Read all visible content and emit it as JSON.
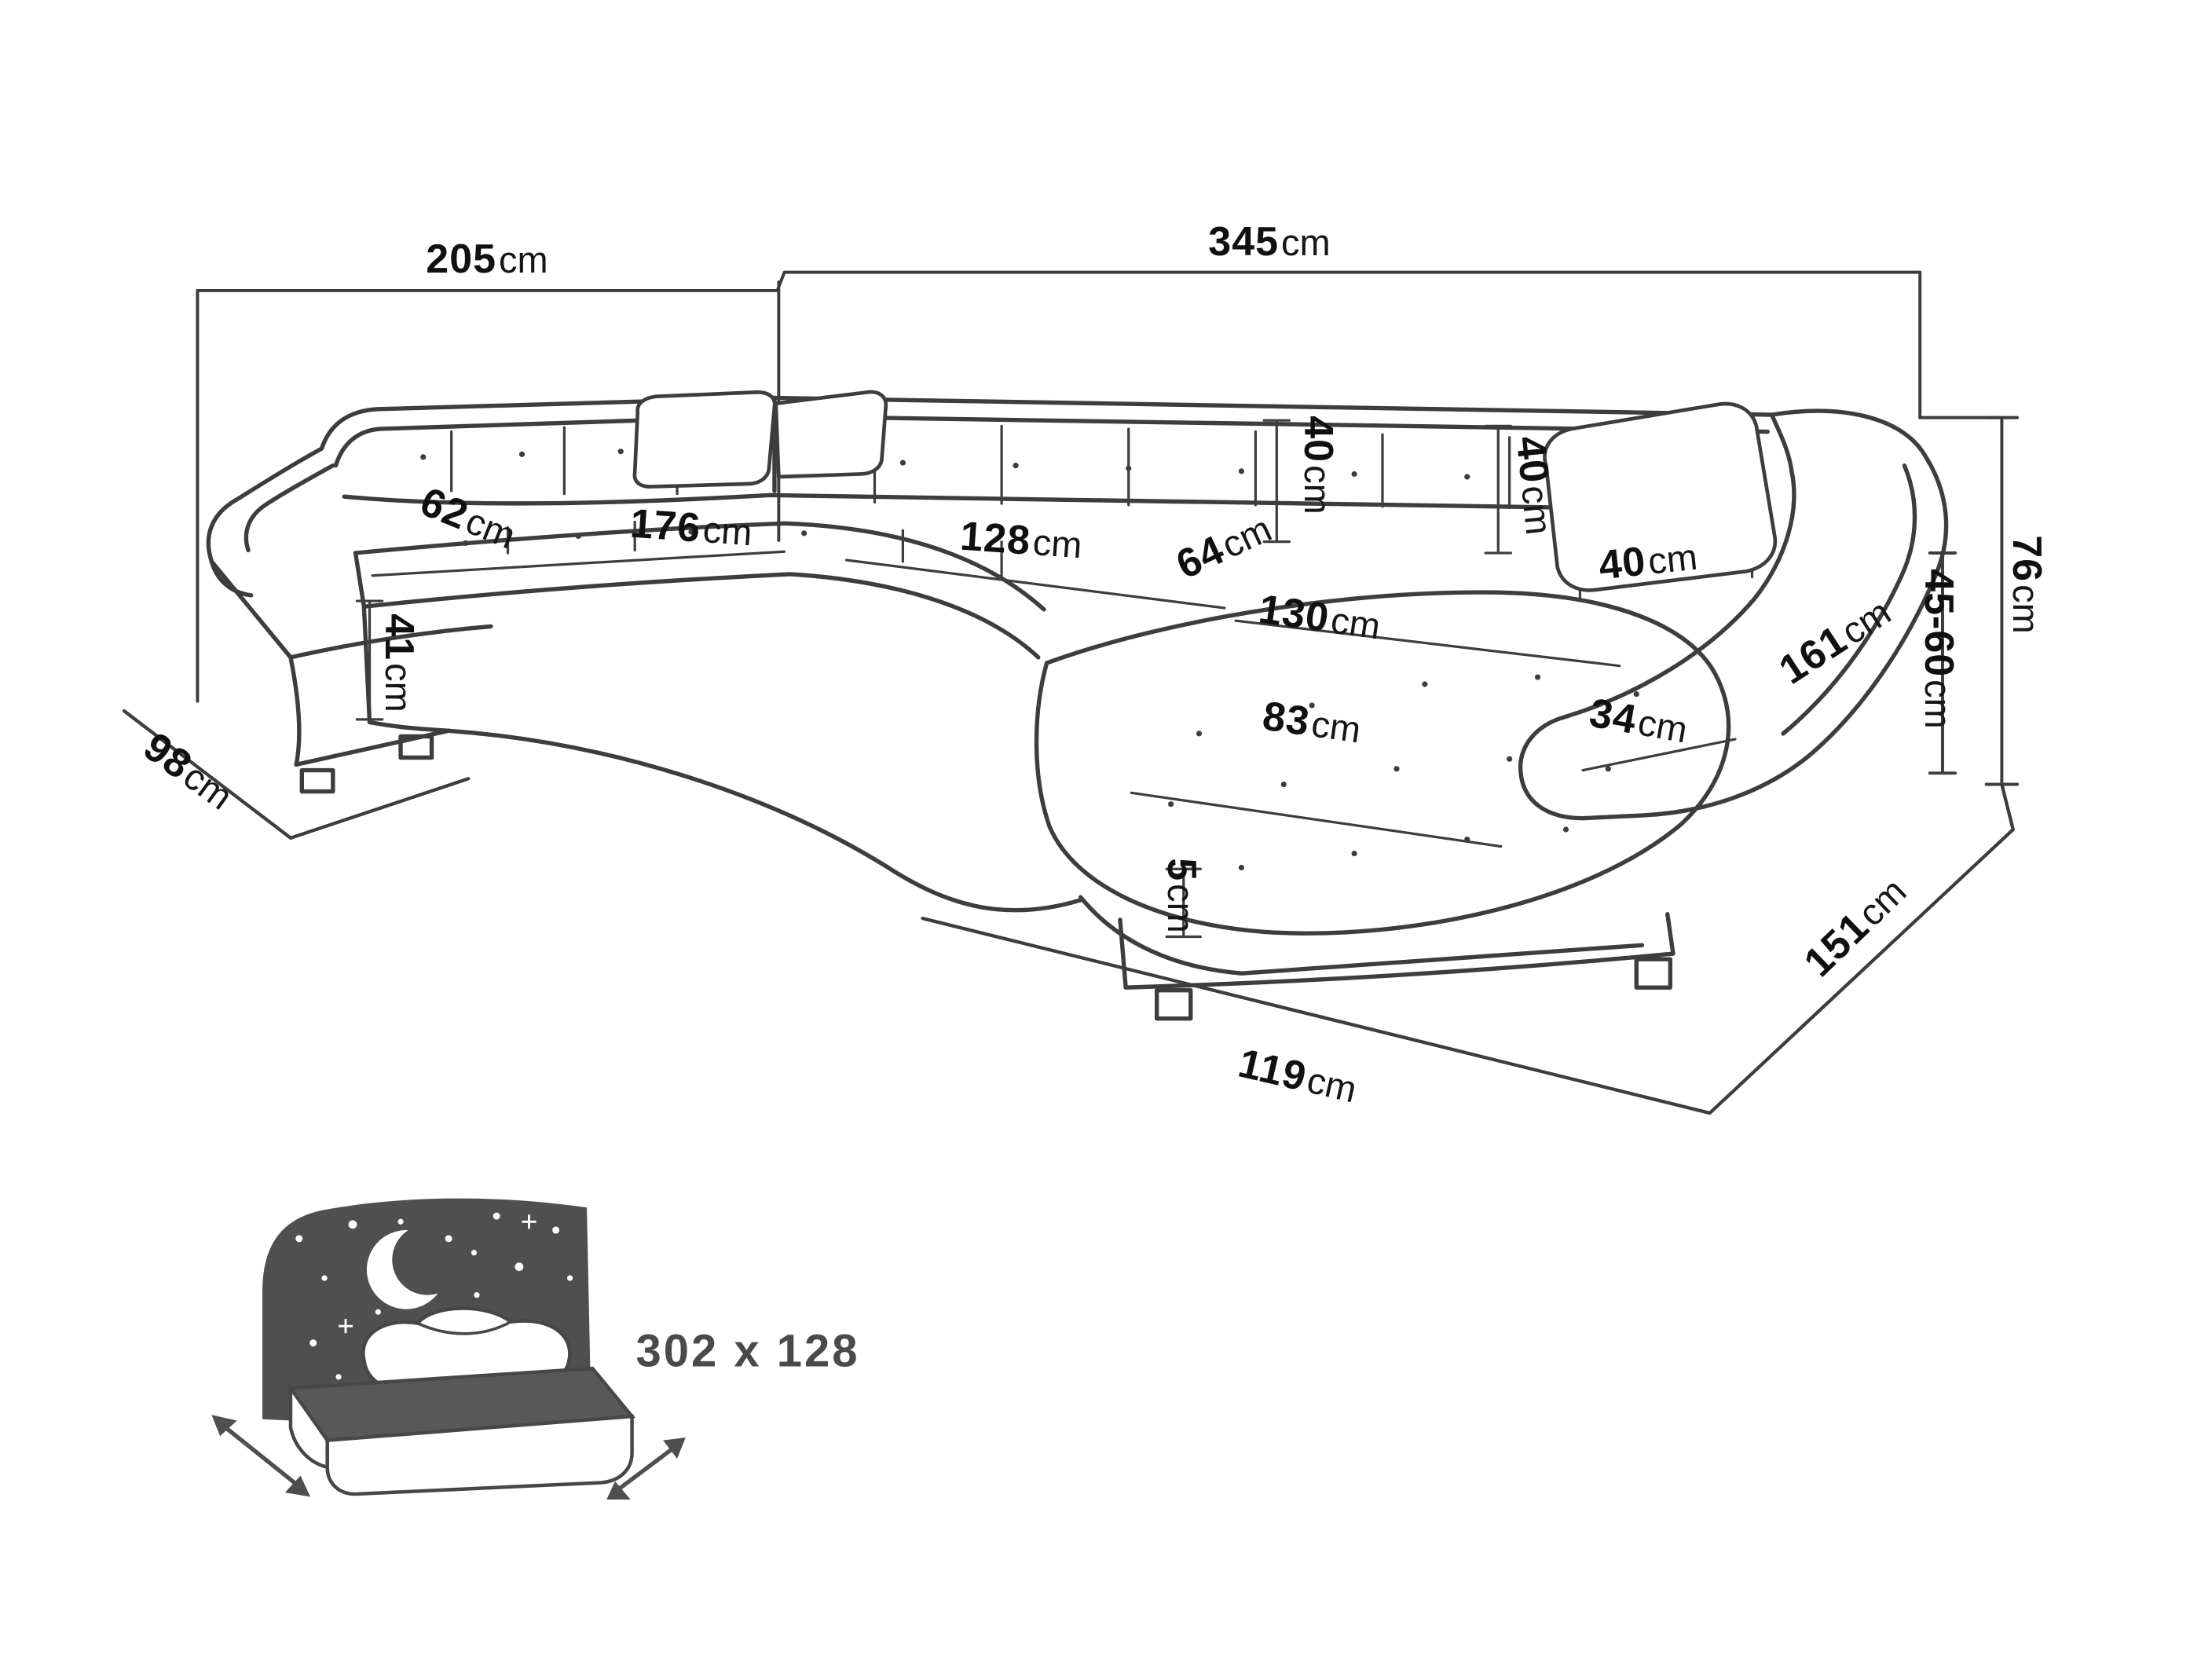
{
  "diagram": {
    "description": "U-shaped corner sofa dimension drawing",
    "line_color": "#3d3d3d",
    "label_color": "#101010",
    "icons": {
      "sleeping_function": "bed-icon"
    },
    "dimensions": {
      "back_width_left": {
        "value": "205",
        "unit": "cm"
      },
      "back_width_right": {
        "value": "345",
        "unit": "cm"
      },
      "left_seat_depth": {
        "value": "62",
        "unit": "cm"
      },
      "left_seat_length": {
        "value": "176",
        "unit": "cm"
      },
      "middle_seat_length": {
        "value": "128",
        "unit": "cm"
      },
      "corner_seat_width": {
        "value": "64",
        "unit": "cm"
      },
      "backrest_height": {
        "value": "40",
        "unit": "cm"
      },
      "cushion_height": {
        "value": "40",
        "unit": "cm"
      },
      "cushion_width": {
        "value": "40",
        "unit": "cm"
      },
      "left_seat_height": {
        "value": "41",
        "unit": "cm"
      },
      "left_depth": {
        "value": "98",
        "unit": "cm"
      },
      "chaise_length": {
        "value": "130",
        "unit": "cm"
      },
      "chaise_seat_width": {
        "value": "83",
        "unit": "cm"
      },
      "armrest_width": {
        "value": "34",
        "unit": "cm"
      },
      "armrest_length": {
        "value": "161",
        "unit": "cm"
      },
      "seat_height_range": {
        "value": "45-60",
        "unit": "cm"
      },
      "total_height": {
        "value": "76",
        "unit": "cm"
      },
      "plinth_height": {
        "value": "5",
        "unit": "cm"
      },
      "chaise_front_width": {
        "value": "119",
        "unit": "cm"
      },
      "right_depth": {
        "value": "151",
        "unit": "cm"
      }
    },
    "sleeping_area": {
      "value": "302 x 128",
      "unit": ""
    }
  }
}
